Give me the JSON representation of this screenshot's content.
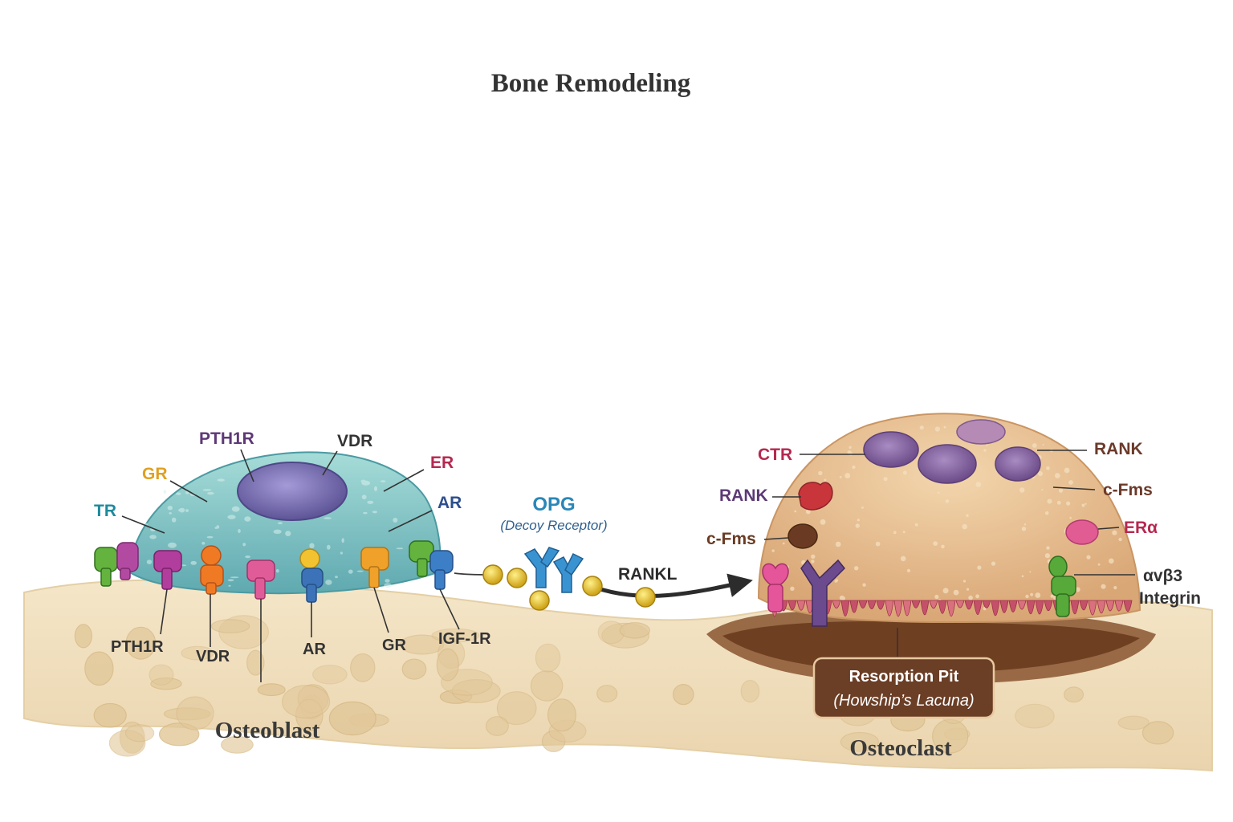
{
  "title": "Bone Remodeling",
  "osteoblast": {
    "name": "Osteoblast",
    "top_labels": {
      "pth1r": "PTH1R",
      "vdr": "VDR",
      "gr": "GR",
      "er": "ER",
      "tr": "TR",
      "ar": "AR"
    },
    "bottom_labels": {
      "pth1r": "PTH1R",
      "vdr": "VDR",
      "ar": "AR",
      "gr": "GR",
      "igf1r": "IGF-1R"
    }
  },
  "signaling": {
    "opg": "OPG",
    "opg_sub": "(Decoy Receptor)",
    "rankl": "RANKL"
  },
  "osteoclast": {
    "name": "Osteoclast",
    "left_labels": {
      "ctr": "CTR",
      "rank": "RANK",
      "cfms": "c-Fms"
    },
    "right_labels": {
      "rank": "RANK",
      "cfms": "c-Fms",
      "era": "ERα",
      "integrin_a": "αvβ3",
      "integrin_b": "Integrin"
    },
    "pit_title": "Resorption Pit",
    "pit_sub": "(Howship’s Lacuna)"
  },
  "colors": {
    "osteoblast_body": "#7ec4c4",
    "nucleus": "#7c74b8",
    "osteoclast_body": "#e6b98a",
    "osteoclast_nucleus": "#8a6aa0",
    "bone": "#f1dfbf",
    "pth1r": "#6a3d7d",
    "gr": "#e0a020",
    "er": "#b5284f",
    "tr": "#1e8a9c",
    "ar": "#2d4f8e",
    "opg": "#2a87b8",
    "rank": "#5d3a76",
    "ctr": "#b5284f",
    "cfms": "#6a3b22",
    "era": "#b5284f",
    "pit_box": "#6b3e26"
  }
}
